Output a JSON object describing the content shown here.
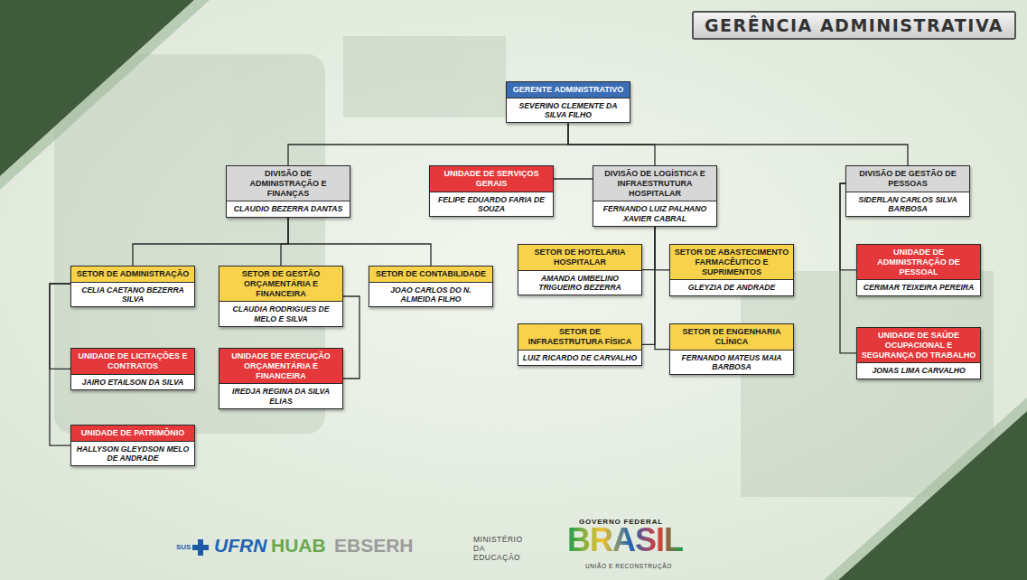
{
  "diagram": {
    "title": "GERÊNCIA ADMINISTRATIVA",
    "nodes": [
      {
        "text": [
          "GERENTE ADMINISTRATIVO",
          "SEVERINO CLEMENTE DA SILVA FILHO"
        ]
      },
      {
        "text": [
          "DIVISÃO DE ADMINISTRAÇÃO E FINANÇAS",
          "CLAUDIO BEZERRA DANTAS"
        ]
      },
      {
        "text": [
          "UNIDADE DE SERVIÇOS GERAIS",
          "FELIPE EDUARDO FARIA DE SOUZA"
        ]
      },
      {
        "text": [
          "DIVISÃO DE LOGÍSTICA E INFRAESTRUTURA HOSPITALAR",
          "FERNANDO LUIZ PALHANO XAVIER CABRAL"
        ]
      },
      {
        "text": [
          "DIVISÃO DE GESTÃO DE PESSOAS",
          "SIDERLAN CARLOS SILVA BARBOSA"
        ]
      },
      {
        "text": [
          "SETOR DE ADMINISTRAÇÃO",
          "CELIA CAETANO BEZERRA SILVA"
        ]
      },
      {
        "text": [
          "SETOR DE GESTÃO ORÇAMENTÁRIA E FINANCEIRA",
          "CLAUDIA RODRIGUES DE MELO E SILVA"
        ]
      },
      {
        "text": [
          "SETOR DE CONTABILIDADE",
          "JOAO CARLOS DO N. ALMEIDA FILHO"
        ]
      },
      {
        "text": [
          "UNIDADE DE LICITAÇÕES E CONTRATOS",
          "JAIRO ETAILSON DA SILVA"
        ]
      },
      {
        "text": [
          "UNIDADE DE EXECUÇÃO ORÇAMENTÁRIA E FINANCEIRA",
          "IREDJA REGINA DA SILVA ELIAS"
        ]
      },
      {
        "text": [
          "UNIDADE DE PATRIMÔNIO",
          "HALLYSON GLEYDSON MELO DE ANDRADE"
        ]
      },
      {
        "text": [
          "SETOR DE HOTELARIA HOSPITALAR",
          "AMANDA UMBELINO TRIGUEIRO BEZERRA"
        ]
      },
      {
        "text": [
          "SETOR DE ABASTECIMENTO FARMACÊUTICO E SUPRIMENTOS",
          "GLEYZIA DE ANDRADE"
        ]
      },
      {
        "text": [
          "SETOR DE INFRAESTRUTURA FÍSICA",
          "LUIZ RICARDO DE CARVALHO"
        ]
      },
      {
        "text": [
          "SETOR DE ENGENHARIA CLÍNICA",
          "FERNANDO MATEUS MAIA BARBOSA"
        ]
      },
      {
        "text": [
          "UNIDADE DE ADMINISTRAÇÃO DE PESSOAL",
          "CERIMAR TEIXEIRA PEREIRA"
        ]
      },
      {
        "text": [
          "UNIDADE DE SAÚDE OCUPACIONAL E SEGURANÇA DO TRABALHO",
          "JONAS LIMA CARVALHO"
        ]
      }
    ],
    "edges": [
      {
        "from": 0,
        "to": 1,
        "arrow": "none"
      },
      {
        "from": 0,
        "to": 3,
        "arrow": "none"
      },
      {
        "from": 0,
        "to": 4,
        "arrow": "none"
      },
      {
        "from": 3,
        "to": 2,
        "arrow": "none"
      },
      {
        "from": 1,
        "to": 5,
        "arrow": "none"
      },
      {
        "from": 1,
        "to": 6,
        "arrow": "none"
      },
      {
        "from": 1,
        "to": 7,
        "arrow": "none"
      },
      {
        "from": 5,
        "to": 8,
        "arrow": "none"
      },
      {
        "from": 5,
        "to": 10,
        "arrow": "none"
      },
      {
        "from": 6,
        "to": 9,
        "arrow": "none"
      },
      {
        "from": 3,
        "to": 11,
        "arrow": "none"
      },
      {
        "from": 3,
        "to": 12,
        "arrow": "none"
      },
      {
        "from": 3,
        "to": 13,
        "arrow": "none"
      },
      {
        "from": 3,
        "to": 14,
        "arrow": "none"
      },
      {
        "from": 4,
        "to": 15,
        "arrow": "none"
      },
      {
        "from": 4,
        "to": 16,
        "arrow": "none"
      }
    ],
    "labels": [
      "SUS",
      "UFRN",
      "HUAB",
      "EBSERH",
      "MINISTÉRIO DA EDUCAÇÃO",
      "GOVERNO FEDERAL",
      "BRASIL",
      "UNIÃO E RECONSTRUÇÃO"
    ]
  }
}
